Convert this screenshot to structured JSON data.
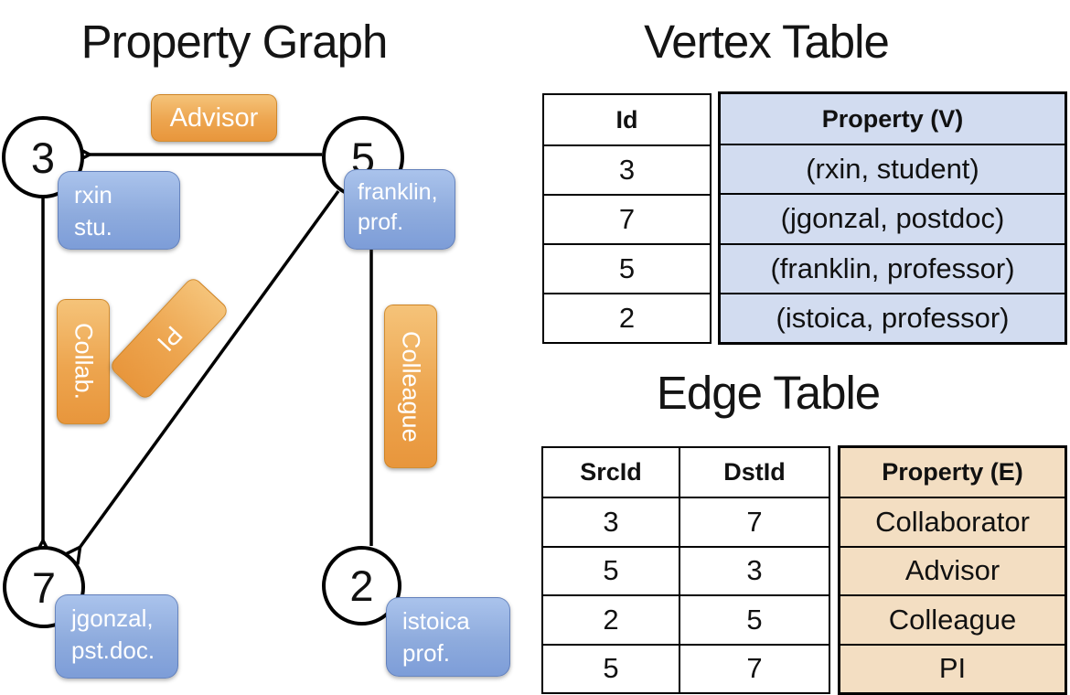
{
  "graph": {
    "title": "Property Graph",
    "nodes": [
      {
        "id": "3",
        "prop_line1": "rxin",
        "prop_line2": "stu."
      },
      {
        "id": "5",
        "prop_line1": "franklin,",
        "prop_line2": "prof."
      },
      {
        "id": "7",
        "prop_line1": "jgonzal,",
        "prop_line2": "pst.doc."
      },
      {
        "id": "2",
        "prop_line1": "istoica",
        "prop_line2": "prof."
      }
    ],
    "edges": [
      {
        "src": "5",
        "dst": "3",
        "label": "Advisor"
      },
      {
        "src": "3",
        "dst": "7",
        "label": "Collab."
      },
      {
        "src": "5",
        "dst": "7",
        "label": "PI"
      },
      {
        "src": "2",
        "dst": "5",
        "label": "Colleague"
      }
    ]
  },
  "vertex_table": {
    "title": "Vertex Table",
    "columns": [
      "Id",
      "Property (V)"
    ],
    "rows": [
      [
        "3",
        "(rxin, student)"
      ],
      [
        "7",
        "(jgonzal, postdoc)"
      ],
      [
        "5",
        "(franklin, professor)"
      ],
      [
        "2",
        "(istoica, professor)"
      ]
    ]
  },
  "edge_table": {
    "title": "Edge Table",
    "columns": [
      "SrcId",
      "DstId",
      "Property (E)"
    ],
    "rows": [
      [
        "3",
        "7",
        "Collaborator"
      ],
      [
        "5",
        "3",
        "Advisor"
      ],
      [
        "2",
        "5",
        "Colleague"
      ],
      [
        "5",
        "7",
        "PI"
      ]
    ]
  },
  "colors": {
    "edge_label_fill_top": "#f5c379",
    "edge_label_fill_bottom": "#e8963c",
    "vertex_prop_fill_top": "#aac3ec",
    "vertex_prop_fill_bottom": "#7d9dd8",
    "vertex_table_column_fill": "#d2dcf0",
    "edge_table_column_fill": "#f3dec2",
    "line_color": "#000000",
    "text_on_pills": "#ffffff"
  }
}
